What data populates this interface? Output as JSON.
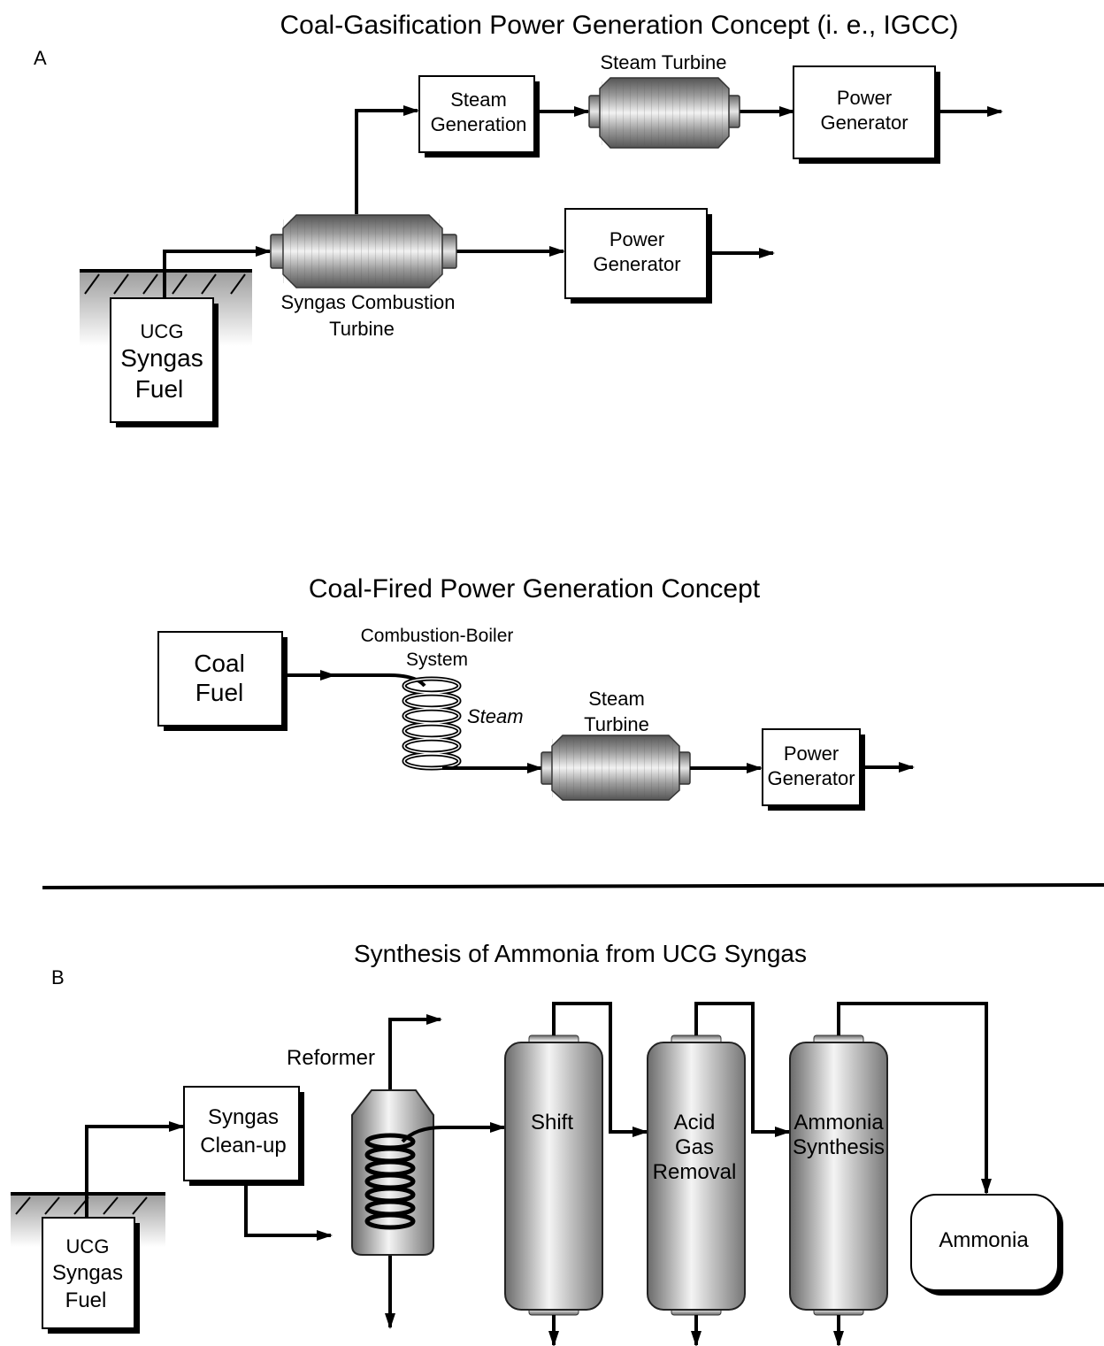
{
  "section_a": {
    "letter": "A",
    "igcc": {
      "title": "Coal-Gasification Power Generation Concept (i. e., IGCC)",
      "steam_generation": [
        "Steam",
        "Generation"
      ],
      "steam_turbine": "Steam Turbine",
      "power_generator_top": [
        "Power",
        "Generator"
      ],
      "power_generator_mid": [
        "Power",
        "Generator"
      ],
      "combustion_turbine": [
        "Syngas Combustion",
        "Turbine"
      ],
      "ucg_fuel": [
        "UCG",
        "Syngas",
        "Fuel"
      ]
    },
    "coal_fired": {
      "title": "Coal-Fired Power Generation Concept",
      "coal_fuel": [
        "Coal",
        "Fuel"
      ],
      "boiler": [
        "Combustion-Boiler",
        "System"
      ],
      "steam": "Steam",
      "steam_turbine": [
        "Steam",
        "Turbine"
      ],
      "power_generator": [
        "Power",
        "Generator"
      ]
    }
  },
  "section_b": {
    "letter": "B",
    "title": "Synthesis of Ammonia from UCG Syngas",
    "ucg_fuel": [
      "UCG",
      "Syngas",
      "Fuel"
    ],
    "cleanup": [
      "Syngas",
      "Clean-up"
    ],
    "reformer": "Reformer",
    "shift": "Shift",
    "acid_gas": [
      "Acid",
      "Gas",
      "Removal"
    ],
    "ammonia_synthesis": [
      "Ammonia",
      "Synthesis"
    ],
    "ammonia": "Ammonia"
  }
}
